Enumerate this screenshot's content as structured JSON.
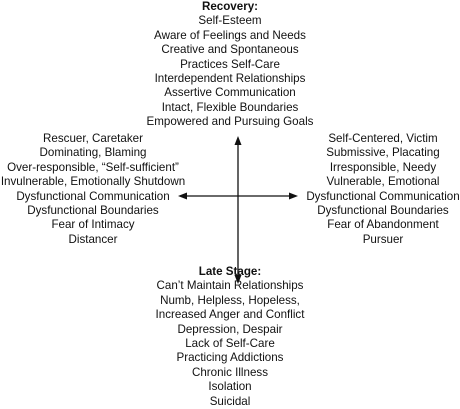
{
  "recovery": {
    "heading": "Recovery:",
    "items": [
      "Self-Esteem",
      "Aware of Feelings and Needs",
      "Creative and Spontaneous",
      "Practices Self-Care",
      "Interdependent Relationships",
      "Assertive Communication",
      "Intact, Flexible Boundaries",
      "Empowered and Pursuing Goals"
    ]
  },
  "left_quadrant": {
    "items": [
      "Rescuer, Caretaker",
      "Dominating, Blaming",
      "Over-responsible, “Self-sufficient”",
      "Invulnerable, Emotionally Shutdown",
      "Dysfunctional Communication",
      "Dysfunctional Boundaries",
      "Fear of Intimacy",
      "Distancer"
    ]
  },
  "right_quadrant": {
    "items": [
      "Self-Centered, Victim",
      "Submissive, Placating",
      "Irresponsible, Needy",
      "Vulnerable, Emotional",
      "Dysfunctional Communication",
      "Dysfunctional Boundaries",
      "Fear of Abandonment",
      "Pursuer"
    ]
  },
  "late_stage": {
    "heading": "Late Stage:",
    "items": [
      "Can’t Maintain Relationships",
      "Numb, Helpless, Hopeless,",
      "Increased Anger and Conflict",
      "Depression, Despair",
      "Lack of Self-Care",
      "Practicing Addictions",
      "Chronic Illness",
      "Isolation",
      "Suicidal"
    ]
  }
}
